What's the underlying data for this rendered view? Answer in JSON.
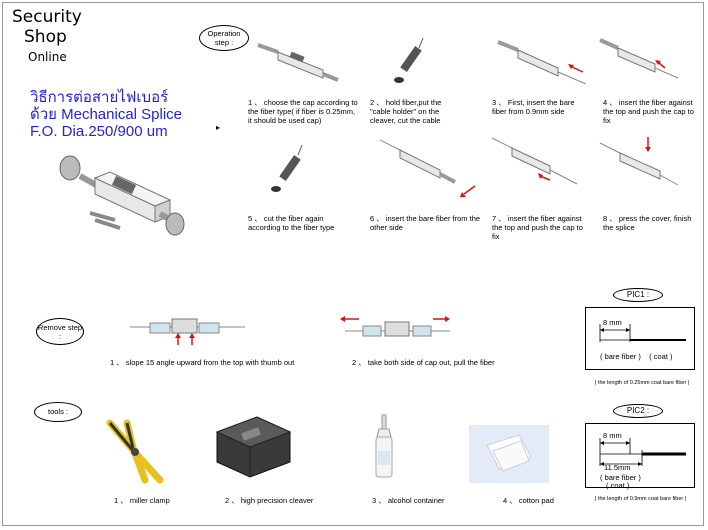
{
  "logo": {
    "line1": "Security",
    "line2": "Shop",
    "line3": "Online"
  },
  "title": {
    "line1": "วิธีการต่อสายไฟเบอร์",
    "line2": "ด้วย Mechanical Splice",
    "line3": "F.O. Dia.250/900 um"
  },
  "operation": {
    "label": "Operation step :",
    "steps": [
      "1 、 choose the cap according to the fiber type( if fiber is 0.25mm, it should be used cap)",
      "2 、 hold fiber,put the \"cable holder\" on the cleaver, cut the cable",
      "3 、 First, insert the bare fiber from 0.9mm side",
      "4 、 insert the fiber against the top and push the cap to fix",
      "5 、 cut the fiber again according to the fiber type",
      "6 、 insert the bare fiber from the other side",
      "7 、 insert the fiber against the top and push the cap to fix",
      "8 、 press the cover, finish the splice"
    ]
  },
  "remove": {
    "label": "Remove step :",
    "steps": [
      "1 、 slope 15 angle upward from the top with thumb out",
      "2 、 take both side of cap out, pull the fiber"
    ]
  },
  "tools": {
    "label": "tools :",
    "items": [
      "1 、 miller clamp",
      "2 、 high precision cleaver",
      "3 、 alcohol container",
      "4 、 cotton pad"
    ]
  },
  "pic1": {
    "label": "PIC1 :",
    "dim": "8 mm",
    "legend": "( bare fiber )    ( coat )",
    "note": "| the length of 0.25mm coat bare fiber |"
  },
  "pic2": {
    "label": "PIC2 :",
    "dim1": "8 mm",
    "dim2": "11.5mm",
    "legend1": "( bare fiber )",
    "legend2": "( coat )",
    "note": "| the length of 0.9mm coat bare fiber |"
  },
  "colors": {
    "title": "#2222dd",
    "arrow": "#e01010"
  }
}
